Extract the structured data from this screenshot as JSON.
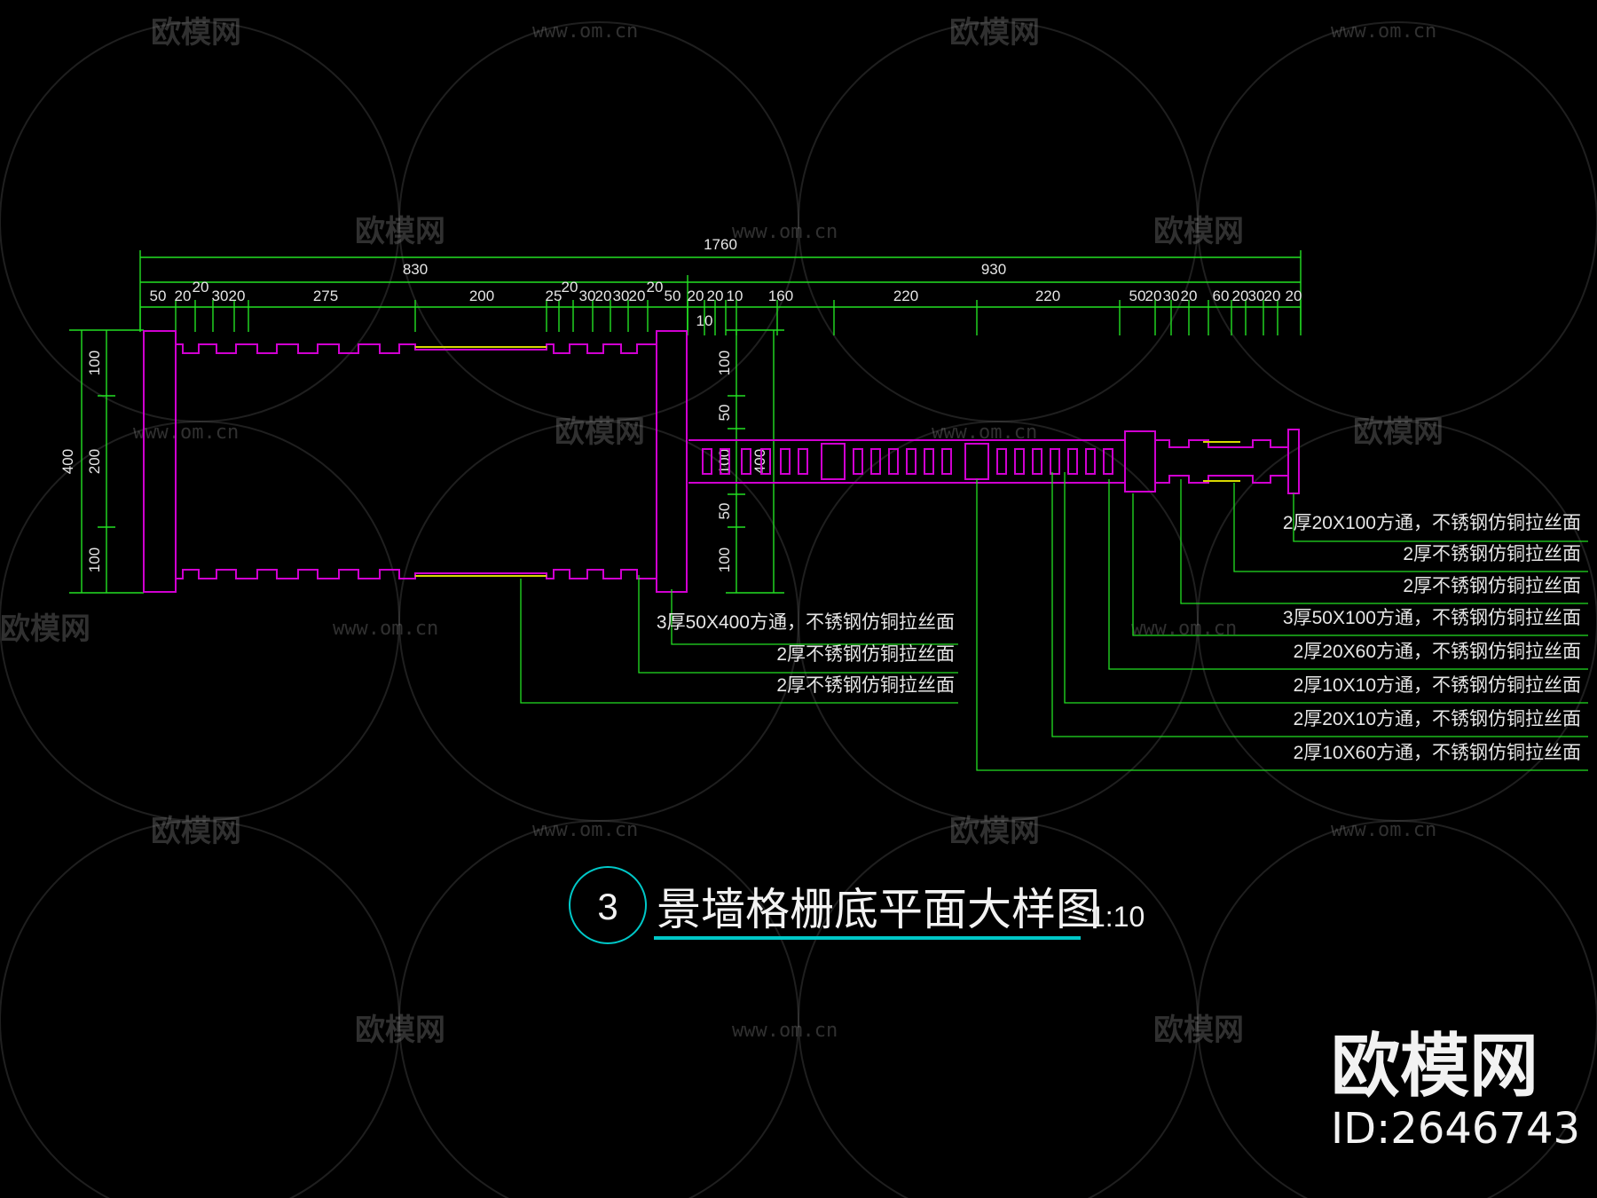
{
  "watermark": {
    "brand": "欧模网",
    "url": "www.om.cn"
  },
  "brand_stamp": {
    "name": "欧模网",
    "id": "ID:2646743"
  },
  "dimensions": {
    "overall": "1760",
    "left_segment": "830",
    "right_segment": "930",
    "detail_left": [
      "50",
      "20",
      "20",
      "30",
      "20",
      "275",
      "200",
      "25",
      "20",
      "30",
      "20",
      "30",
      "20",
      "20"
    ],
    "detail_right": [
      "50",
      "20",
      "20",
      "10",
      "160",
      "220",
      "220",
      "50",
      "20",
      "30",
      "20",
      "60",
      "20",
      "30",
      "20",
      "20"
    ],
    "lower_ten": "10",
    "left_vertical_total": "400",
    "left_vertical": [
      "100",
      "200",
      "100"
    ],
    "right_vertical": [
      "100",
      "50",
      "100",
      "50",
      "100"
    ],
    "right_vertical_total": "400"
  },
  "labels_left": [
    "3厚50X400方通，不锈钢仿铜拉丝面",
    "2厚不锈钢仿铜拉丝面",
    "2厚不锈钢仿铜拉丝面"
  ],
  "labels_right": [
    "2厚20X100方通，不锈钢仿铜拉丝面",
    "2厚不锈钢仿铜拉丝面",
    "2厚不锈钢仿铜拉丝面",
    "3厚50X100方通，不锈钢仿铜拉丝面",
    "2厚20X60方通，不锈钢仿铜拉丝面",
    "2厚10X10方通，不锈钢仿铜拉丝面",
    "2厚20X10方通，不锈钢仿铜拉丝面",
    "2厚10X60方通，不锈钢仿铜拉丝面"
  ],
  "title_block": {
    "number": "3",
    "title": "景墙格栅底平面大样图",
    "scale": "1:10"
  },
  "colors": {
    "background": "#000000",
    "dimension_line": "#22e022",
    "outline": "#d000d0",
    "accent_yellow": "#d8d800",
    "title_circle": "#00c8c8",
    "text": "#e6e6e6"
  }
}
